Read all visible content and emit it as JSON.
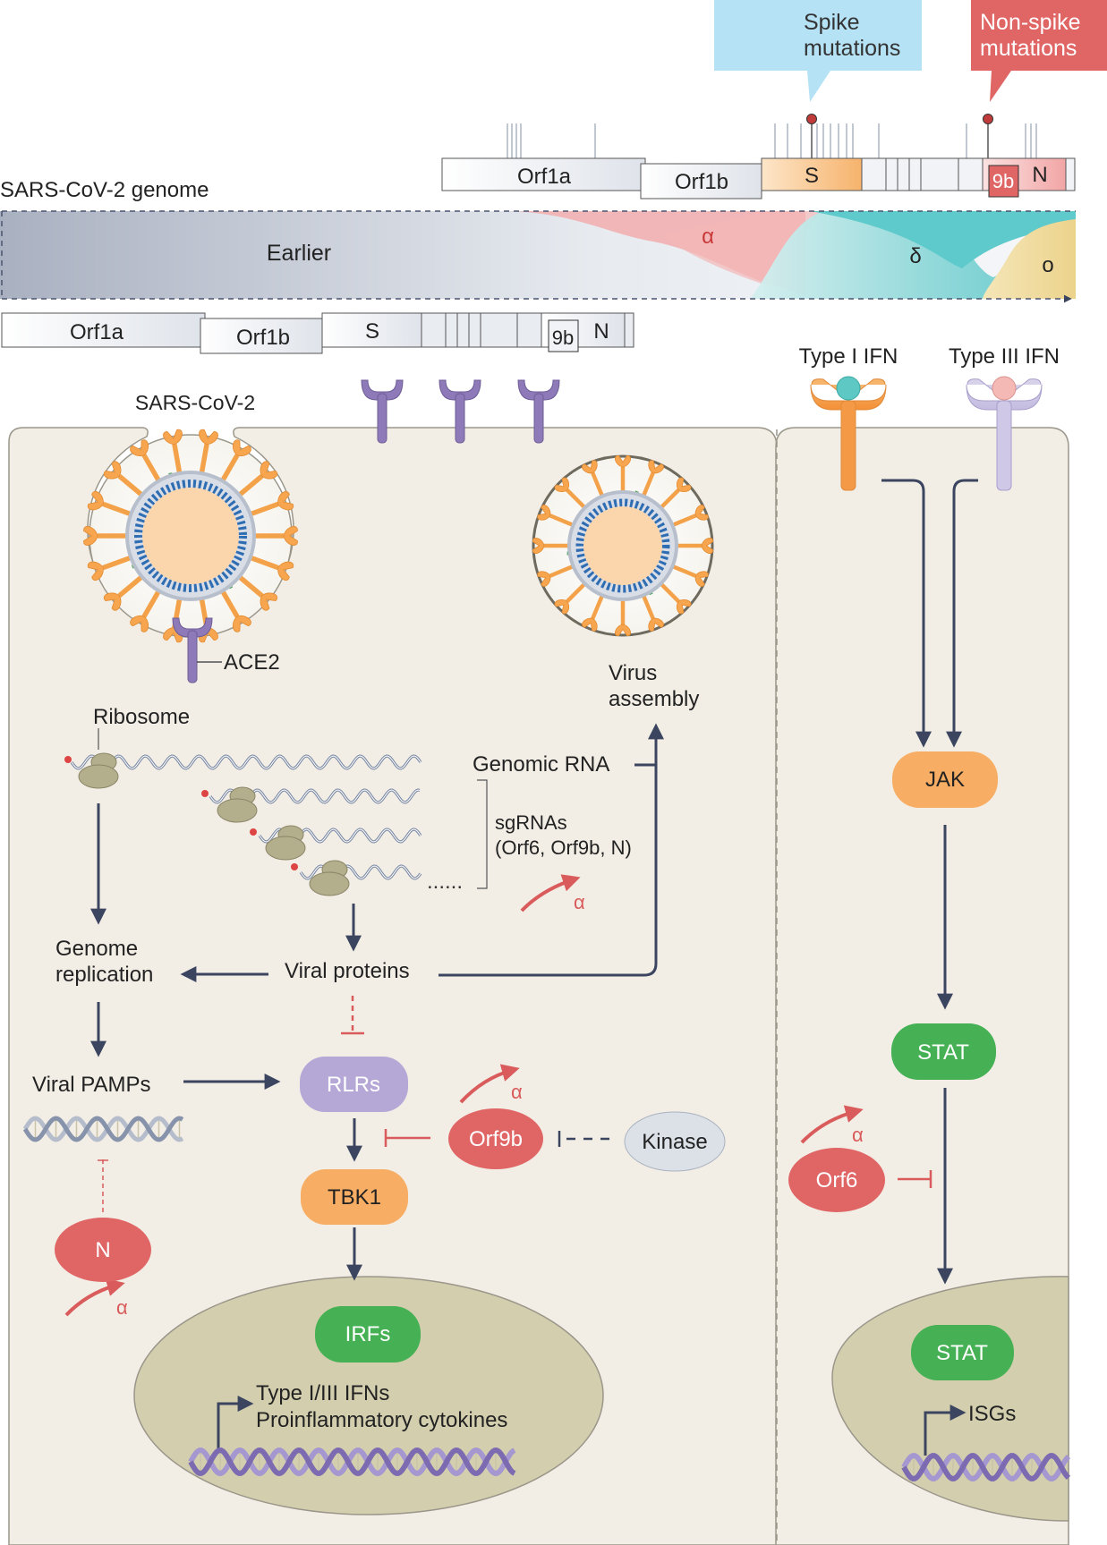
{
  "callouts": {
    "spike": [
      "Spike",
      "mutations"
    ],
    "nonspike": [
      "Non-spike",
      "mutations"
    ]
  },
  "genome_title": "SARS-CoV-2 genome",
  "top_genome": {
    "orf1a": "Orf1a",
    "orf1b": "Orf1b",
    "s": "S",
    "orf9b": "9b",
    "n": "N"
  },
  "lineages": {
    "earlier": "Earlier",
    "alpha": "α",
    "delta": "δ",
    "omicron": "o"
  },
  "bottom_genome": {
    "orf1a": "Orf1a",
    "orf1b": "Orf1b",
    "s": "S",
    "orf9b": "9b",
    "n": "N"
  },
  "virus_label": "SARS-CoV-2",
  "ace2_label": "ACE2",
  "ribosome_label": "Ribosome",
  "genomic_rna_label": "Genomic RNA",
  "sgrnas": [
    "sgRNAs",
    "(Orf6, Orf9b, N)"
  ],
  "virus_assembly": [
    "Virus",
    "assembly"
  ],
  "genome_replication": [
    "Genome",
    "replication"
  ],
  "viral_proteins": "Viral proteins",
  "viral_pamps": "Viral PAMPs",
  "alpha_mark": "α",
  "nodes": {
    "rlrs": "RLRs",
    "tbk1": "TBK1",
    "orf9b": "Orf9b",
    "kinase": "Kinase",
    "n": "N",
    "irfs": "IRFs",
    "jak": "JAK",
    "stat1": "STAT",
    "orf6": "Orf6",
    "stat2": "STAT"
  },
  "nucleus_text": [
    "Type I/III IFNs",
    "Proinflammatory cytokines"
  ],
  "isgs": "ISGs",
  "type1_ifn": "Type I IFN",
  "type3_ifn": "Type III IFN",
  "colors": {
    "cell": "#f2eee6",
    "nucleus": "#d3cfae",
    "arrow": "#3c4560",
    "red": "#d95b5b",
    "orange": "#f7ad63",
    "green": "#45b054",
    "lilac": "#b6a8d6",
    "kinase": "#dce1e8",
    "receptor": "#8e7ab8",
    "spike_callout": "#b5e2f4",
    "nonspike_callout": "#e06666"
  }
}
